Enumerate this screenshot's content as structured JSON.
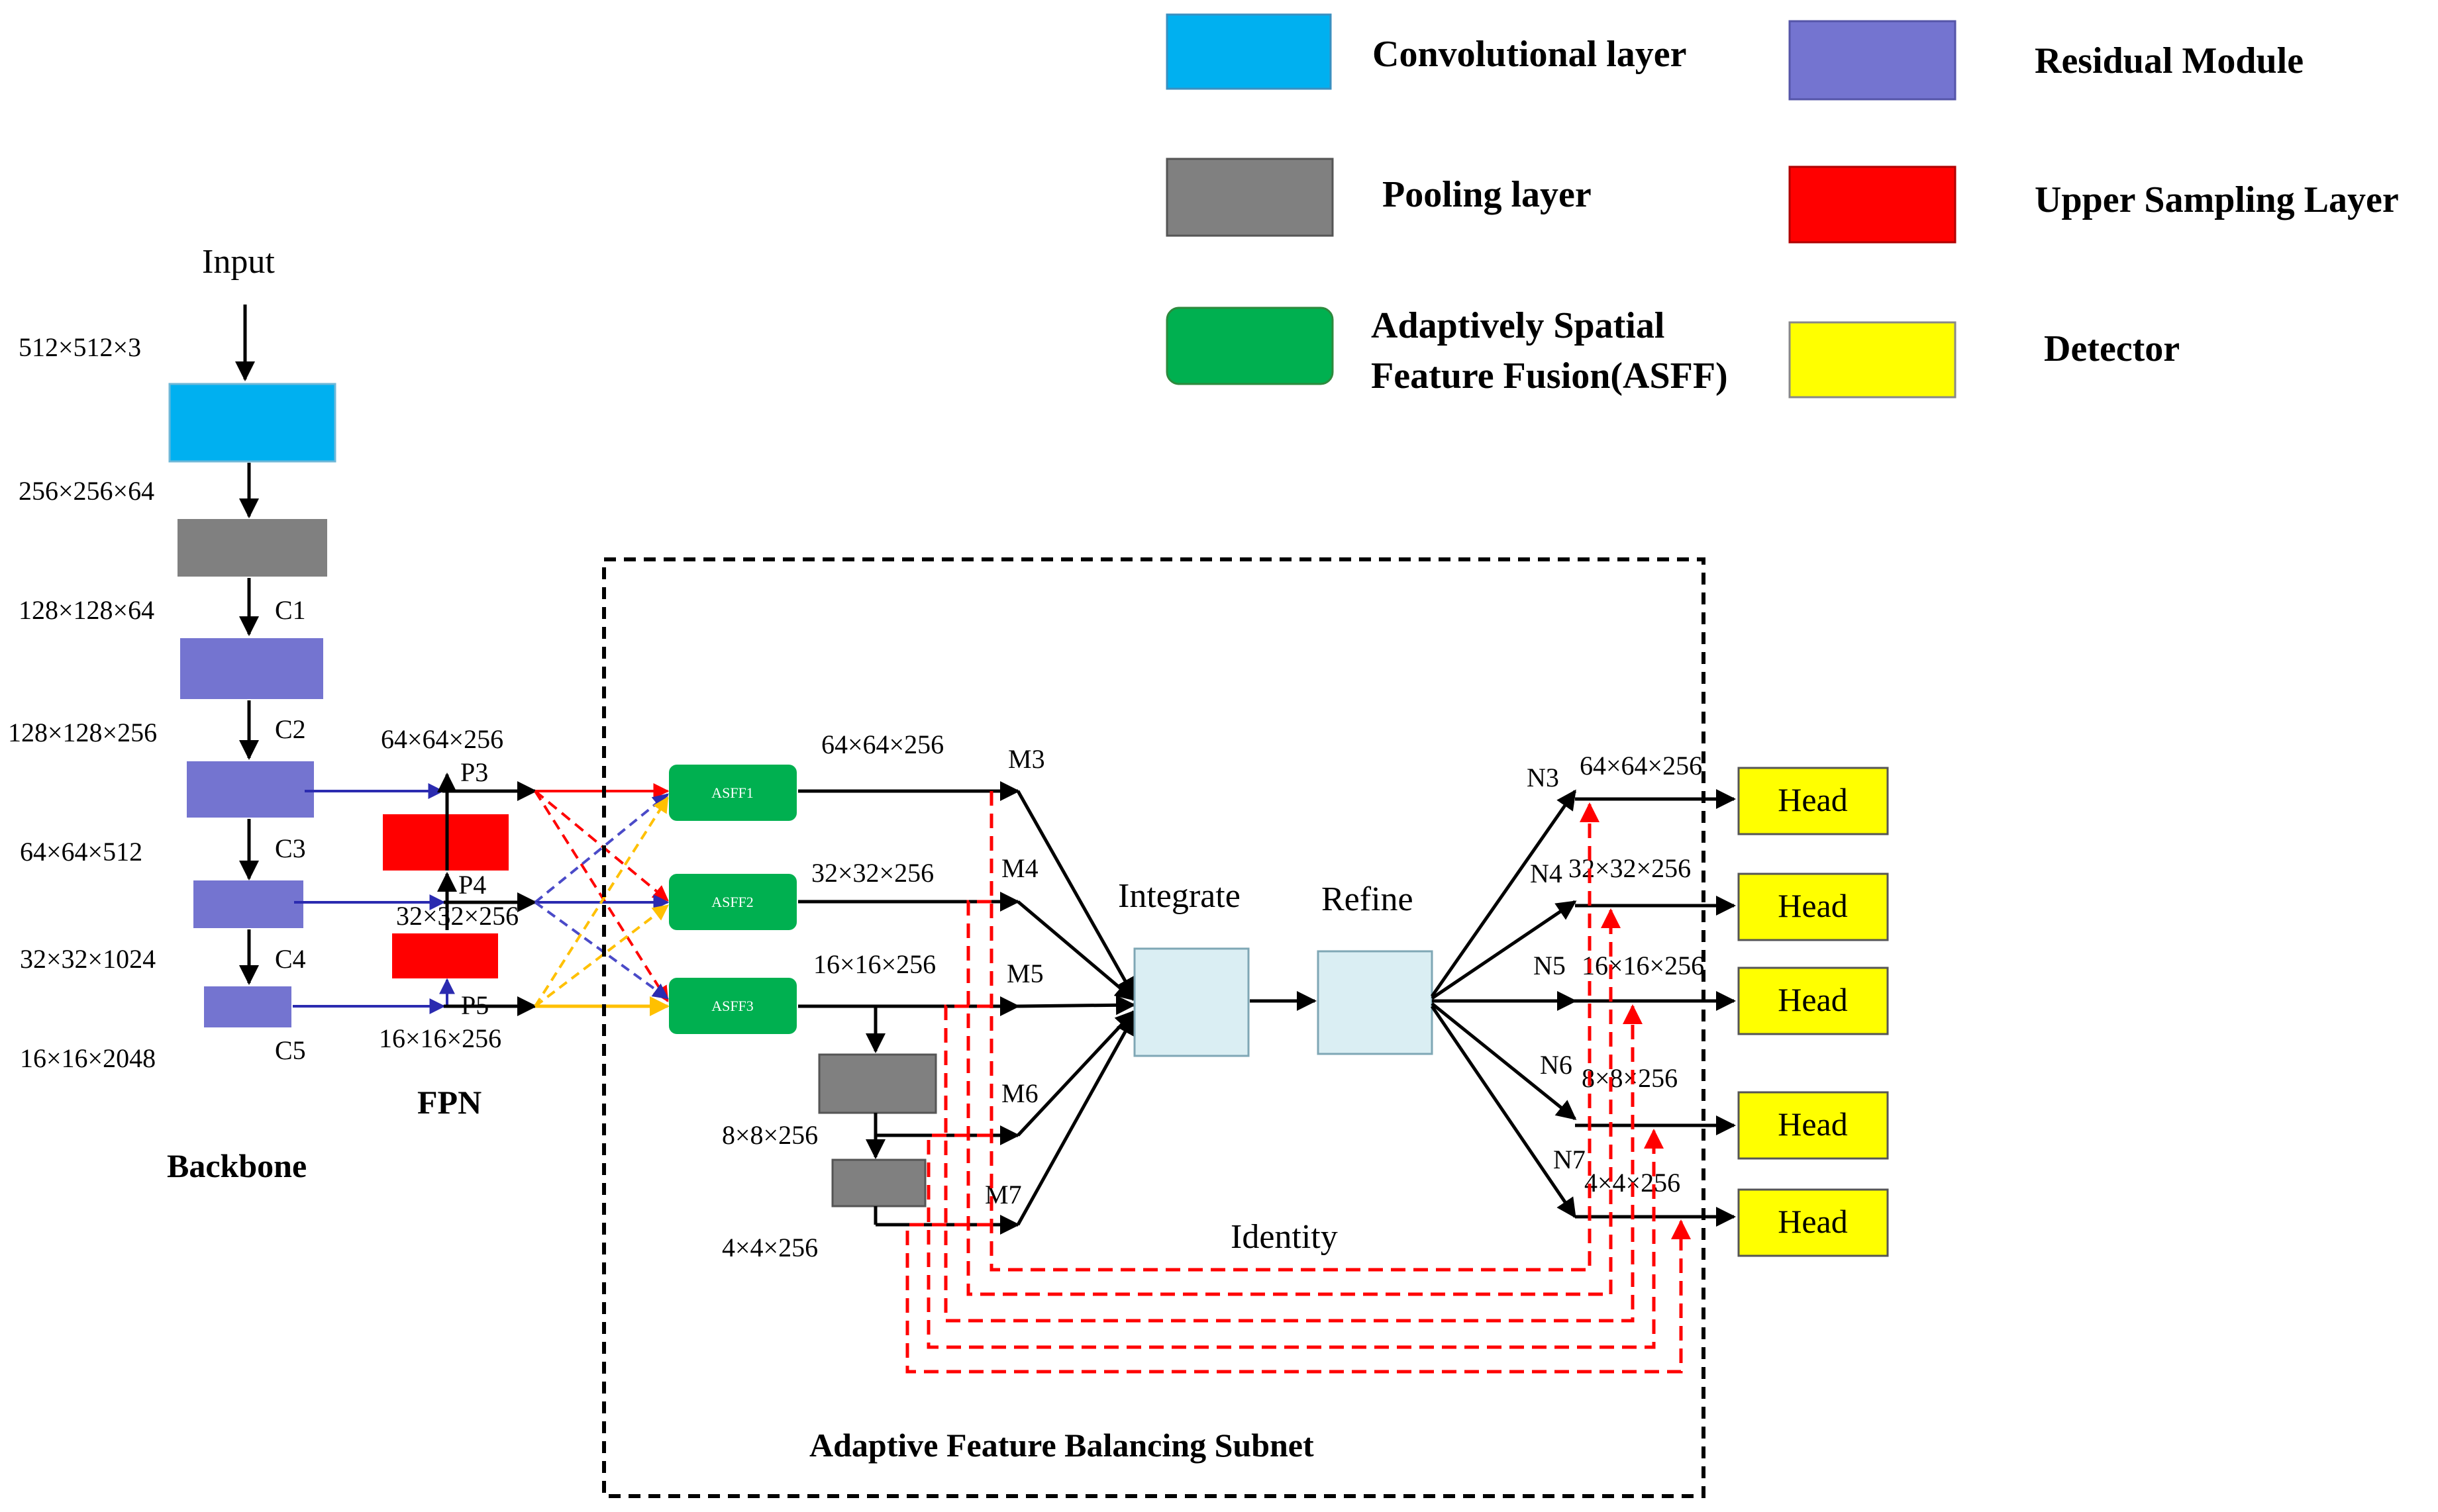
{
  "legend": [
    {
      "label": "Convolutional layer",
      "color": "#00b0f0"
    },
    {
      "label": "Residual Module",
      "color": "#7474d0"
    },
    {
      "label": "Pooling layer",
      "color": "#808080"
    },
    {
      "label": "Upper Sampling Layer",
      "color": "#ff0000"
    },
    {
      "label_line1": "Adaptively Spatial",
      "label_line2": "Feature Fusion(ASFF)",
      "color": "#00b050"
    },
    {
      "label": "Detector",
      "color": "#ffff00"
    }
  ],
  "backbone": {
    "input": "Input",
    "title": "Backbone",
    "dims": [
      "512×512×3",
      "256×256×64",
      "128×128×64",
      "128×128×256",
      "64×64×512",
      "32×32×1024",
      "16×16×2048"
    ],
    "stages": [
      "C1",
      "C2",
      "C3",
      "C4",
      "C5"
    ]
  },
  "fpn": {
    "title": "FPN",
    "levels": [
      "P3",
      "P4",
      "P5"
    ],
    "dims": [
      "64×64×256",
      "32×32×256",
      "16×16×256"
    ]
  },
  "subnet": {
    "title": "Adaptive Feature Balancing Subnet",
    "asff": [
      "ASFF1",
      "ASFF2",
      "ASFF3"
    ],
    "asff_dims": [
      "64×64×256",
      "32×32×256",
      "16×16×256"
    ],
    "pool_dims": [
      "8×8×256",
      "4×4×256"
    ],
    "m_levels": [
      "M3",
      "M4",
      "M5",
      "M6",
      "M7"
    ],
    "integrate": "Integrate",
    "refine": "Refine",
    "identity": "Identity",
    "n_levels": [
      "N3",
      "N4",
      "N5",
      "N6",
      "N7"
    ],
    "n_dims": [
      "64×64×256",
      "32×32×256",
      "16×16×256",
      "8×8×256",
      "4×4×256"
    ]
  },
  "heads": [
    "Head",
    "Head",
    "Head",
    "Head",
    "Head"
  ]
}
